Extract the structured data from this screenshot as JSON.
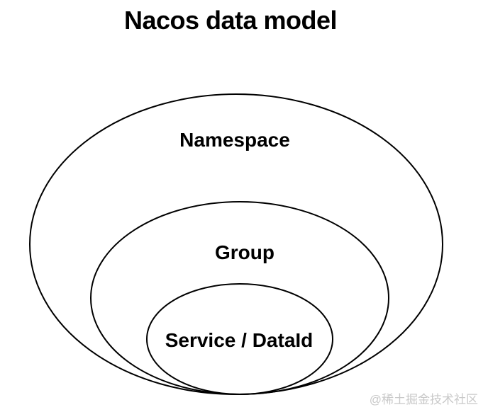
{
  "title": "Nacos data model",
  "diagram": {
    "type": "nested-ellipses",
    "levels": [
      {
        "label": "Namespace"
      },
      {
        "label": "Group"
      },
      {
        "label": "Service / DataId"
      }
    ]
  },
  "watermark": "@稀土掘金技术社区",
  "colors": {
    "background": "#ffffff",
    "stroke": "#000000",
    "text": "#000000",
    "watermark": "#c9c9c9"
  }
}
